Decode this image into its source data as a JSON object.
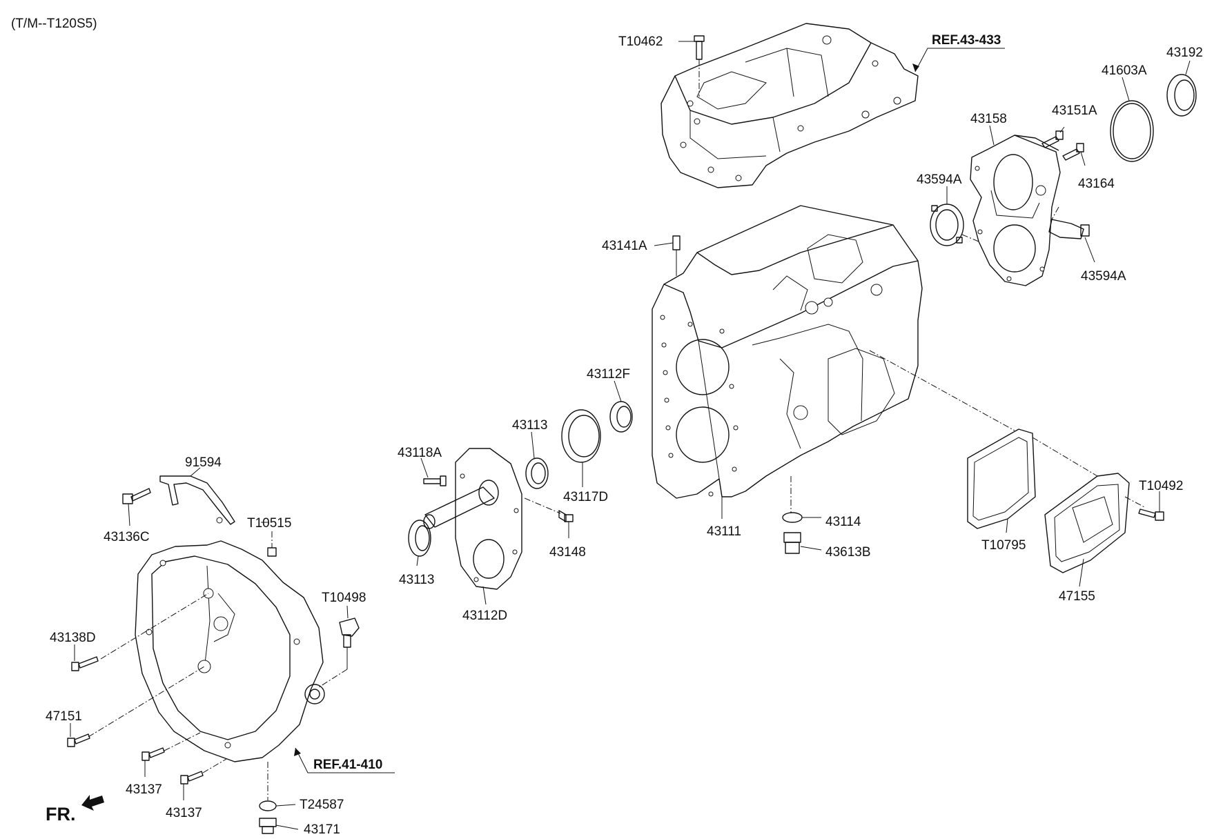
{
  "diagram": {
    "header": "(T/M--T120S5)",
    "orientation_label": "FR.",
    "references": [
      {
        "id": "ref-43-433",
        "text": "REF.43-433"
      },
      {
        "id": "ref-41-410",
        "text": "REF.41-410"
      }
    ],
    "parts": [
      {
        "id": "p-t10462",
        "text": "T10462"
      },
      {
        "id": "p-43192",
        "text": "43192"
      },
      {
        "id": "p-41603a",
        "text": "41603A"
      },
      {
        "id": "p-43158",
        "text": "43158"
      },
      {
        "id": "p-43151a",
        "text": "43151A"
      },
      {
        "id": "p-43594a-1",
        "text": "43594A"
      },
      {
        "id": "p-43164",
        "text": "43164"
      },
      {
        "id": "p-43594a-2",
        "text": "43594A"
      },
      {
        "id": "p-43141a",
        "text": "43141A"
      },
      {
        "id": "p-43112f",
        "text": "43112F"
      },
      {
        "id": "p-43113-1",
        "text": "43113"
      },
      {
        "id": "p-43117d",
        "text": "43117D"
      },
      {
        "id": "p-43118a",
        "text": "43118A"
      },
      {
        "id": "p-43148",
        "text": "43148"
      },
      {
        "id": "p-43113-2",
        "text": "43113"
      },
      {
        "id": "p-43112d",
        "text": "43112D"
      },
      {
        "id": "p-43111",
        "text": "43111"
      },
      {
        "id": "p-43114",
        "text": "43114"
      },
      {
        "id": "p-43613b",
        "text": "43613B"
      },
      {
        "id": "p-t10795",
        "text": "T10795"
      },
      {
        "id": "p-t10492",
        "text": "T10492"
      },
      {
        "id": "p-47155",
        "text": "47155"
      },
      {
        "id": "p-91594",
        "text": "91594"
      },
      {
        "id": "p-43136c",
        "text": "43136C"
      },
      {
        "id": "p-t10515",
        "text": "T10515"
      },
      {
        "id": "p-t10498",
        "text": "T10498"
      },
      {
        "id": "p-43138d",
        "text": "43138D"
      },
      {
        "id": "p-47151",
        "text": "47151"
      },
      {
        "id": "p-43137-1",
        "text": "43137"
      },
      {
        "id": "p-43137-2",
        "text": "43137"
      },
      {
        "id": "p-t24587",
        "text": "T24587"
      },
      {
        "id": "p-43171",
        "text": "43171"
      }
    ]
  }
}
